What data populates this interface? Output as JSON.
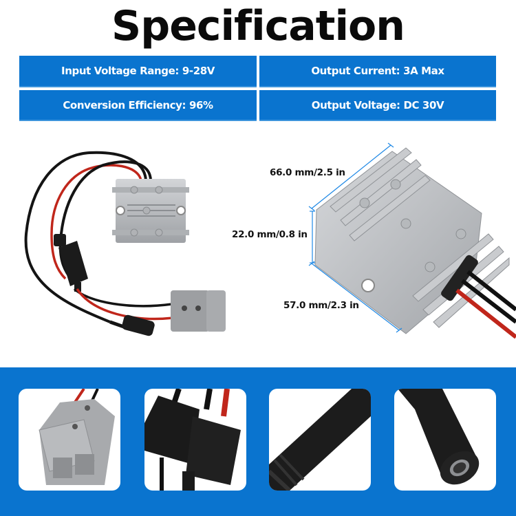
{
  "header": {
    "title": "Specification"
  },
  "specs": [
    {
      "label": "Input Voltage Range: 9-28V"
    },
    {
      "label": "Output Current: 3A Max"
    },
    {
      "label": "Conversion Efficiency: 96%"
    },
    {
      "label": "Output Voltage: DC 30V"
    }
  ],
  "dimensions": {
    "length": "66.0 mm/2.5 in",
    "height": "22.0 mm/0.8 in",
    "width": "57.0 mm/2.3 in"
  },
  "images": {
    "product_kit": "converter-with-cables-icon",
    "module_3d": "aluminum-heatsink-module-icon"
  },
  "gallery": [
    {
      "icon": "anderson-connector-icon"
    },
    {
      "icon": "inline-fuse-holder-icon"
    },
    {
      "icon": "cable-strain-relief-icon"
    },
    {
      "icon": "dc-barrel-jack-icon"
    }
  ],
  "colors": {
    "accent_blue": "#0a74cf",
    "title": "#0a0a0a",
    "dimension_line": "#1e88e5",
    "wire_red": "#c0261b",
    "wire_black": "#111111",
    "aluminum": "#b9bcc0"
  }
}
